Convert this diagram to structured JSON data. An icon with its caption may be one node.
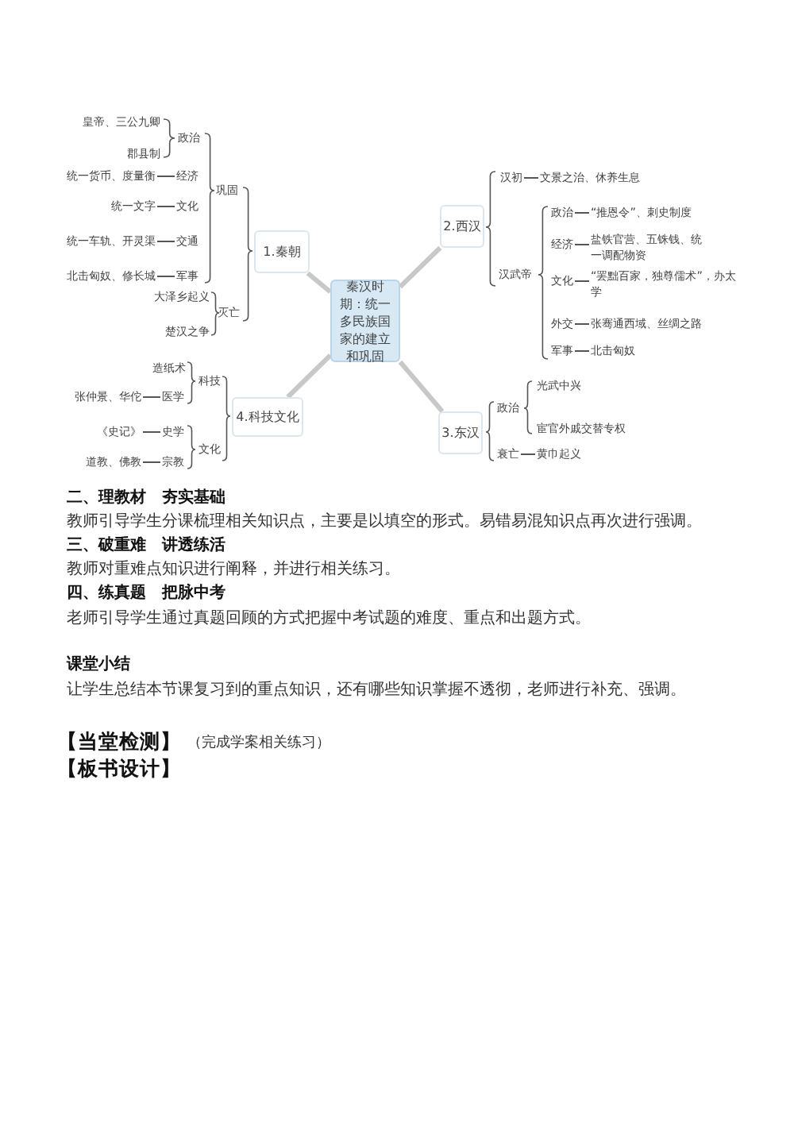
{
  "diagram": {
    "nodes": [
      {
        "text": [
          "秦汉时期：统一多民族国家的建立和巩固"
        ]
      },
      {
        "text": [
          "1.秦朝"
        ]
      },
      {
        "text": [
          "2.西汉"
        ]
      },
      {
        "text": [
          "3.东汉"
        ]
      },
      {
        "text": [
          "4.科技文化"
        ]
      },
      {
        "text": [
          "巩固"
        ]
      },
      {
        "text": [
          "灭亡"
        ]
      },
      {
        "text": [
          "政治"
        ]
      },
      {
        "text": [
          "皇帝、三公九卿"
        ]
      },
      {
        "text": [
          "郡县制"
        ]
      },
      {
        "text": [
          "经济"
        ]
      },
      {
        "text": [
          "统一货币、度量衡"
        ]
      },
      {
        "text": [
          "文化"
        ]
      },
      {
        "text": [
          "统一文字"
        ]
      },
      {
        "text": [
          "交通"
        ]
      },
      {
        "text": [
          "统一车轨、开灵渠"
        ]
      },
      {
        "text": [
          "军事"
        ]
      },
      {
        "text": [
          "北击匈奴、修长城"
        ]
      },
      {
        "text": [
          "大泽乡起义"
        ]
      },
      {
        "text": [
          "楚汉之争"
        ]
      },
      {
        "text": [
          "科技"
        ]
      },
      {
        "text": [
          "造纸术"
        ]
      },
      {
        "text": [
          "医学"
        ]
      },
      {
        "text": [
          "张仲景、华佗"
        ]
      },
      {
        "text": [
          "文化"
        ]
      },
      {
        "text": [
          "史学"
        ]
      },
      {
        "text": [
          "《史记》"
        ]
      },
      {
        "text": [
          "宗教"
        ]
      },
      {
        "text": [
          "道教、佛教"
        ]
      },
      {
        "text": [
          "汉初"
        ]
      },
      {
        "text": [
          "文景之治、休养生息"
        ]
      },
      {
        "text": [
          "汉武帝"
        ]
      },
      {
        "text": [
          "政治"
        ]
      },
      {
        "text": [
          "“推恩令”、刺史制度"
        ]
      },
      {
        "text": [
          "经济"
        ]
      },
      {
        "text": [
          "盐铁官营、五铢钱、统一调配物资"
        ]
      },
      {
        "text": [
          "文化"
        ]
      },
      {
        "text": [
          "“罢黜百家，独尊儒术”，办太学"
        ]
      },
      {
        "text": [
          "外交"
        ]
      },
      {
        "text": [
          "张骞通西域、丝绸之路"
        ]
      },
      {
        "text": [
          "军事"
        ]
      },
      {
        "text": [
          "北击匈奴"
        ]
      },
      {
        "text": [
          "政治"
        ]
      },
      {
        "text": [
          "光武中兴"
        ]
      },
      {
        "text": [
          "宦官外戚交替专权"
        ]
      },
      {
        "text": [
          "衰亡"
        ]
      },
      {
        "text": [
          "黄巾起义"
        ]
      }
    ],
    "edges": [
      {
        "from": 0,
        "to": 1,
        "arrow": "none",
        "style": "thick",
        "color": "#c8c8c8"
      },
      {
        "from": 0,
        "to": 2,
        "arrow": "none",
        "style": "thick",
        "color": "#c8c8c8"
      },
      {
        "from": 0,
        "to": 3,
        "arrow": "none",
        "style": "thick",
        "color": "#c8c8c8"
      },
      {
        "from": 0,
        "to": 4,
        "arrow": "none",
        "style": "thick",
        "color": "#c8c8c8"
      },
      {
        "from": 11,
        "to": 10,
        "arrow": "none"
      },
      {
        "from": 13,
        "to": 12,
        "arrow": "none"
      },
      {
        "from": 15,
        "to": 14,
        "arrow": "none"
      },
      {
        "from": 17,
        "to": 16,
        "arrow": "none"
      },
      {
        "from": 23,
        "to": 22,
        "arrow": "none"
      },
      {
        "from": 26,
        "to": 25,
        "arrow": "none"
      },
      {
        "from": 28,
        "to": 27,
        "arrow": "none"
      },
      {
        "from": 29,
        "to": 30,
        "arrow": "none"
      },
      {
        "from": 32,
        "to": 33,
        "arrow": "none"
      },
      {
        "from": 34,
        "to": 35,
        "arrow": "none"
      },
      {
        "from": 36,
        "to": 37,
        "arrow": "none"
      },
      {
        "from": 38,
        "to": 39,
        "arrow": "none"
      },
      {
        "from": 40,
        "to": 41,
        "arrow": "none"
      },
      {
        "from": 45,
        "to": 46,
        "arrow": "none"
      }
    ],
    "labels": [
      "二、理教材　夯实基础",
      "教师引导学生分课梳理相关知识点，主要是以填空的形式。易错易混知识点再次进行强调。",
      "三、破重难　讲透练活",
      "教师对重难点知识进行阐释，并进行相关练习。",
      "四、练真题　把脉中考",
      "老师引导学生通过真题回顾的方式把握中考试题的难度、重点和出题方式。",
      "课堂小结",
      "让学生总结本节课复习到的重点知识，还有哪些知识掌握不透彻，老师进行补充、强调。",
      "【当堂检测】",
      "（完成学案相关练习）",
      "【板书设计】"
    ]
  }
}
